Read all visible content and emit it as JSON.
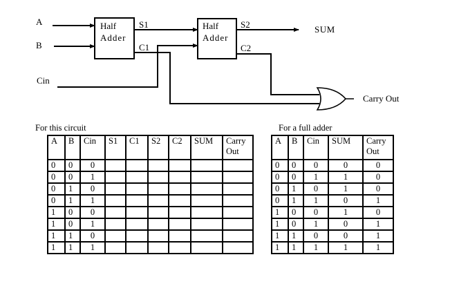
{
  "diagram": {
    "inputs": {
      "a": "A",
      "b": "B",
      "cin": "Cin"
    },
    "half_adder_1": {
      "line1": "Half",
      "line2": "Adder",
      "sum_out": "S1",
      "carry_out": "C1"
    },
    "half_adder_2": {
      "line1": "Half",
      "line2": "Adder",
      "sum_out": "S2",
      "carry_out": "C2"
    },
    "sum_label": "SUM",
    "or_gate_output": "Carry Out"
  },
  "circuit_table": {
    "caption": "For this circuit",
    "headers": [
      "A",
      "B",
      "Cin",
      "S1",
      "C1",
      "S2",
      "C2",
      "SUM",
      "Carry Out"
    ],
    "rows": [
      [
        "0",
        "0",
        "0",
        "",
        "",
        "",
        "",
        "",
        ""
      ],
      [
        "0",
        "0",
        "1",
        "",
        "",
        "",
        "",
        "",
        ""
      ],
      [
        "0",
        "1",
        "0",
        "",
        "",
        "",
        "",
        "",
        ""
      ],
      [
        "0",
        "1",
        "1",
        "",
        "",
        "",
        "",
        "",
        ""
      ],
      [
        "1",
        "0",
        "0",
        "",
        "",
        "",
        "",
        "",
        ""
      ],
      [
        "1",
        "0",
        "1",
        "",
        "",
        "",
        "",
        "",
        ""
      ],
      [
        "1",
        "1",
        "0",
        "",
        "",
        "",
        "",
        "",
        ""
      ],
      [
        "1",
        "1",
        "1",
        "",
        "",
        "",
        "",
        "",
        ""
      ]
    ]
  },
  "full_adder_table": {
    "caption": "For a full adder",
    "headers": [
      "A",
      "B",
      "Cin",
      "SUM",
      "Carry Out"
    ],
    "rows": [
      [
        "0",
        "0",
        "0",
        "0",
        "0"
      ],
      [
        "0",
        "0",
        "1",
        "1",
        "0"
      ],
      [
        "0",
        "1",
        "0",
        "1",
        "0"
      ],
      [
        "0",
        "1",
        "1",
        "0",
        "1"
      ],
      [
        "1",
        "0",
        "0",
        "1",
        "0"
      ],
      [
        "1",
        "0",
        "1",
        "0",
        "1"
      ],
      [
        "1",
        "1",
        "0",
        "0",
        "1"
      ],
      [
        "1",
        "1",
        "1",
        "1",
        "1"
      ]
    ]
  }
}
